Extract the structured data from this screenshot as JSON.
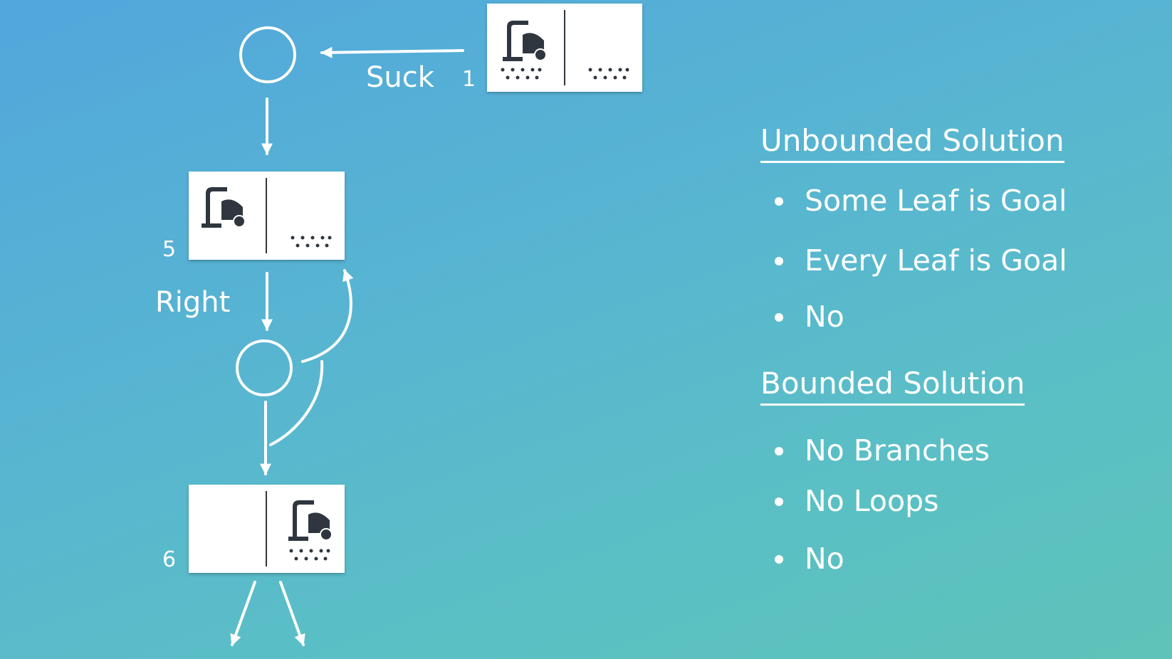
{
  "diagram": {
    "nodes": [
      {
        "number": "1"
      },
      {
        "number": "5"
      },
      {
        "number": "6"
      }
    ],
    "edge_labels": {
      "suck": "Suck",
      "right": "Right"
    }
  },
  "notes": {
    "unbounded": {
      "heading": "Unbounded Solution",
      "items": [
        "Some Leaf is Goal",
        "Every Leaf is Goal",
        "No"
      ]
    },
    "bounded": {
      "heading": "Bounded Solution",
      "items": [
        "No Branches",
        "No Loops",
        "No"
      ]
    }
  },
  "colors": {
    "background_start": "#52a7dc",
    "background_end": "#5ec3b8",
    "foreground": "#ffffff",
    "icon": "#2f3640"
  }
}
